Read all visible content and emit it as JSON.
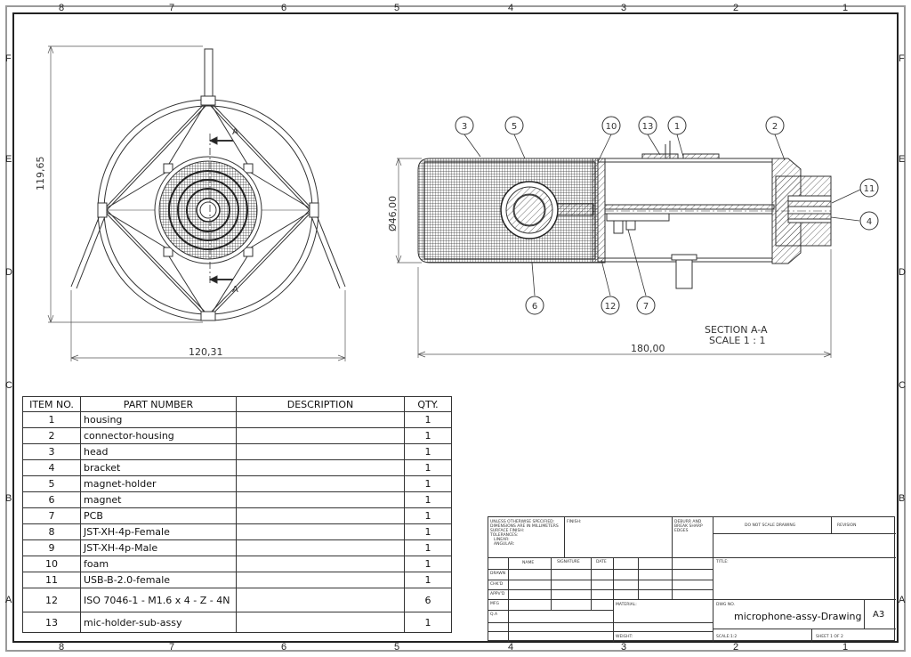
{
  "zones": {
    "columns": [
      "8",
      "7",
      "6",
      "5",
      "4",
      "3",
      "2",
      "1"
    ],
    "rows": [
      "F",
      "E",
      "D",
      "C",
      "B",
      "A"
    ]
  },
  "dimensions": {
    "height": "119,65",
    "width": "120,31",
    "diameter": "Ø46,00",
    "length": "180,00"
  },
  "section": {
    "cut_label": "A",
    "title": "SECTION A-A",
    "scale": "SCALE 1 : 1"
  },
  "balloons": [
    "3",
    "5",
    "10",
    "13",
    "1",
    "2",
    "11",
    "4",
    "6",
    "12",
    "7"
  ],
  "bom": {
    "headers": {
      "item": "ITEM NO.",
      "part": "PART NUMBER",
      "desc": "DESCRIPTION",
      "qty": "QTY."
    },
    "rows": [
      {
        "item": "1",
        "part": "housing",
        "qty": "1"
      },
      {
        "item": "2",
        "part": "connector-housing",
        "qty": "1"
      },
      {
        "item": "3",
        "part": "head",
        "qty": "1"
      },
      {
        "item": "4",
        "part": "bracket",
        "qty": "1"
      },
      {
        "item": "5",
        "part": "magnet-holder",
        "qty": "1"
      },
      {
        "item": "6",
        "part": "magnet",
        "qty": "1"
      },
      {
        "item": "7",
        "part": "PCB",
        "qty": "1"
      },
      {
        "item": "8",
        "part": "JST-XH-4p-Female",
        "qty": "1"
      },
      {
        "item": "9",
        "part": "JST-XH-4p-Male",
        "qty": "1"
      },
      {
        "item": "10",
        "part": "foam",
        "qty": "1"
      },
      {
        "item": "11",
        "part": "USB-B-2.0-female",
        "qty": "1"
      },
      {
        "item": "12",
        "part": "ISO 7046-1 - M1.6 x 4 - Z - 4N",
        "qty": "6"
      },
      {
        "item": "13",
        "part": "mic-holder-sub-assy",
        "qty": "1"
      }
    ]
  },
  "title_block": {
    "unless": "UNLESS OTHERWISE SPECIFIED:",
    "dims": "DIMENSIONS ARE IN MILLIMETERS",
    "surface": "SURFACE FINISH:",
    "tolerances": "TOLERANCES:",
    "linear": "LINEAR:",
    "angular": "ANGULAR:",
    "finish": "FINISH:",
    "deburr": "DEBURR AND",
    "break": "BREAK SHARP",
    "edges": "EDGES",
    "do_not_scale": "DO NOT SCALE DRAWING",
    "revision": "REVISION",
    "name": "NAME",
    "signature": "SIGNATURE",
    "date": "DATE",
    "title": "TITLE:",
    "drawn": "DRAWN",
    "chkd": "CHK'D",
    "appvd": "APPV'D",
    "mfg": "MFG",
    "qa": "Q.A",
    "material": "MATERIAL:",
    "dwg_no_label": "DWG NO.",
    "dwg_no": "microphone-assy-Drawing",
    "size": "A3",
    "weight": "WEIGHT:",
    "scale": "SCALE:1:2",
    "sheet": "SHEET 1 OF 2"
  }
}
